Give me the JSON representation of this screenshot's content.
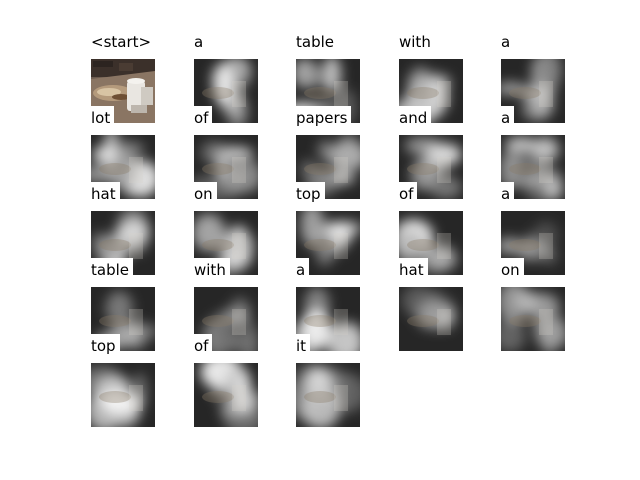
{
  "figure": {
    "tokens": [
      "<start>",
      "a",
      "table",
      "with",
      "a",
      "lot",
      "of",
      "papers",
      "and",
      "a",
      "hat",
      "on",
      "top",
      "of",
      "a",
      "table",
      "with",
      "a",
      "hat",
      "on",
      "top",
      "of",
      "it"
    ],
    "columns": 5,
    "first_panel": "original-photo",
    "other_panels": "attention-map-overlay"
  }
}
